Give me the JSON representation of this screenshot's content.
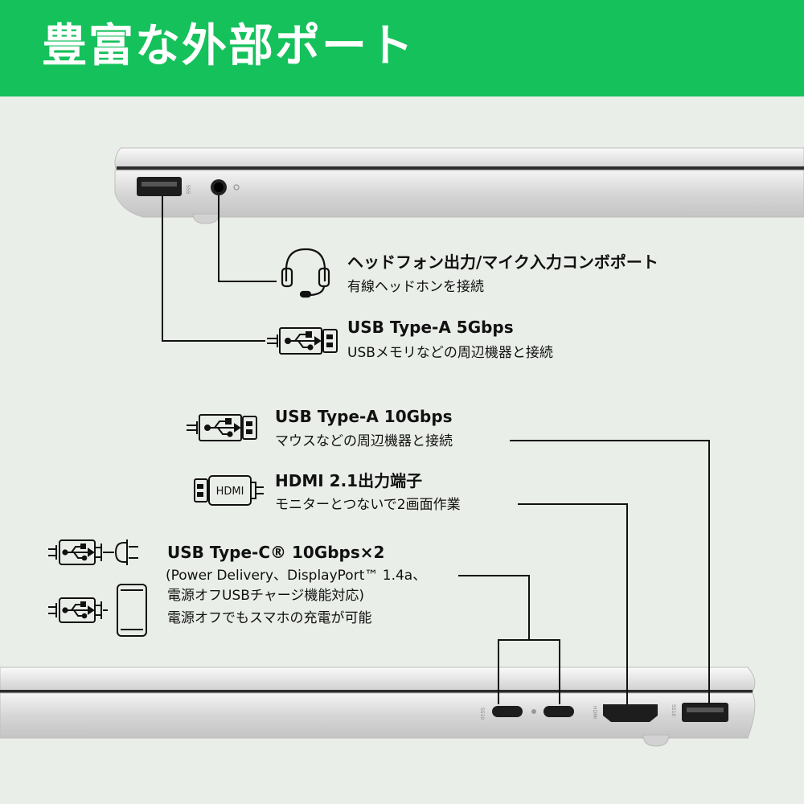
{
  "header": {
    "title": "豊富な外部ポート"
  },
  "callouts": {
    "headphone": {
      "title": "ヘッドフォン出力/マイク入力コンボポート",
      "desc": "有線ヘッドホンを接続"
    },
    "usb_a_5": {
      "title": "USB Type-A 5Gbps",
      "desc": "USBメモリなどの周辺機器と接続"
    },
    "usb_a_10": {
      "title": "USB Type-A 10Gbps",
      "desc": "マウスなどの周辺機器と接続"
    },
    "hdmi": {
      "title": "HDMI 2.1出力端子",
      "desc": "モニターとつないで2画面作業",
      "icon_text": "HDMI"
    },
    "usb_c": {
      "title": "USB Type-C® 10Gbps×2",
      "desc_line1": "(Power Delivery、DisplayPort™ 1.4a、",
      "desc_line2": "電源オフUSBチャージ機能対応)",
      "desc_line3": "電源オフでもスマホの充電が可能"
    }
  },
  "colors": {
    "accent": "#15c15b",
    "background": "#eaeee8",
    "chassis": "#dcdcdc",
    "line": "#111111"
  }
}
